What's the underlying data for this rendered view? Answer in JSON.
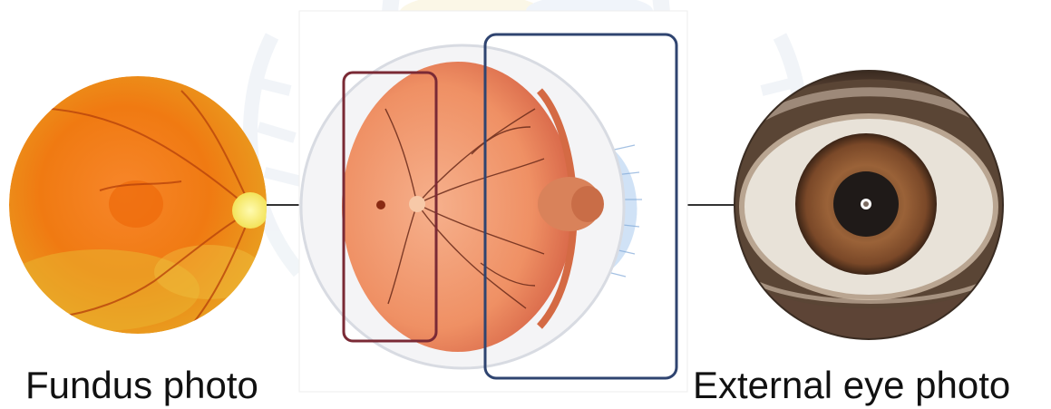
{
  "captions": {
    "left": "Fundus photo",
    "right": "External eye photo"
  },
  "colors": {
    "fundus_base": "#f07a12",
    "fundus_center": "#f5901f",
    "optic_disc": "#f7f26a",
    "retina_region_box": "#7a2a35",
    "anterior_region_box": "#2f4470",
    "iris_brown": "#8a5330",
    "sclera": "#e9e4dc",
    "eyeball_pink": "#f2a27a",
    "watermark": "#e6ecf3"
  },
  "icons": {
    "fundus_image": "retina-fundus-photo",
    "eye_diagram": "eyeball-cross-section",
    "external_eye_image": "external-eye-photo",
    "watermark": "laurel-emblem-watermark"
  }
}
